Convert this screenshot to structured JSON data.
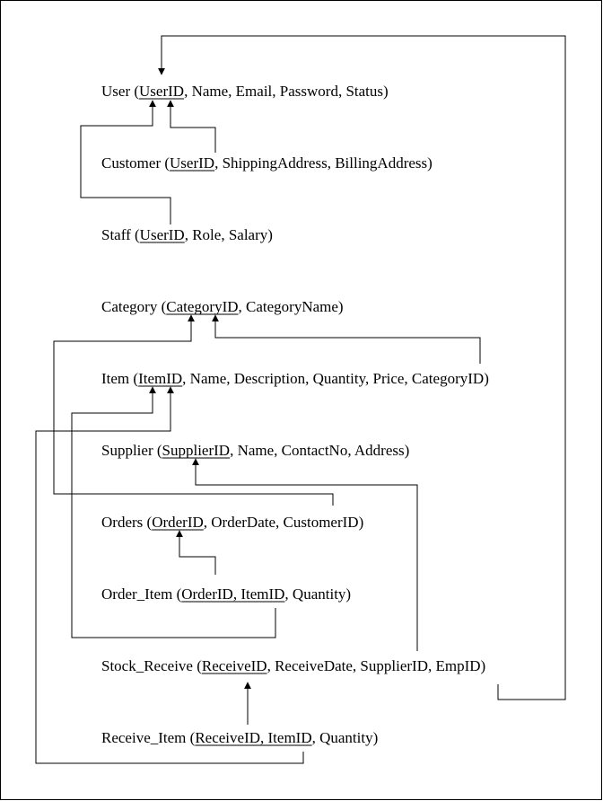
{
  "relations": [
    {
      "id": "user",
      "name": "User",
      "attributes": [
        {
          "text": "UserID",
          "key": true
        },
        {
          "text": "Name"
        },
        {
          "text": "Email"
        },
        {
          "text": "Password"
        },
        {
          "text": "Status"
        }
      ]
    },
    {
      "id": "customer",
      "name": "Customer",
      "attributes": [
        {
          "text": "UserID",
          "key": true
        },
        {
          "text": "ShippingAddress"
        },
        {
          "text": "BillingAddress"
        }
      ]
    },
    {
      "id": "staff",
      "name": "Staff",
      "attributes": [
        {
          "text": "UserID",
          "key": true
        },
        {
          "text": "Role"
        },
        {
          "text": "Salary"
        }
      ]
    },
    {
      "id": "category",
      "name": "Category",
      "attributes": [
        {
          "text": "CategoryID",
          "key": true
        },
        {
          "text": "CategoryName"
        }
      ]
    },
    {
      "id": "item",
      "name": "Item",
      "attributes": [
        {
          "text": "ItemID",
          "key": true
        },
        {
          "text": "Name"
        },
        {
          "text": "Description"
        },
        {
          "text": "Quantity"
        },
        {
          "text": "Price"
        },
        {
          "text": "CategoryID"
        }
      ]
    },
    {
      "id": "supplier",
      "name": "Supplier",
      "attributes": [
        {
          "text": "SupplierID",
          "key": true
        },
        {
          "text": "Name"
        },
        {
          "text": "ContactNo"
        },
        {
          "text": "Address"
        }
      ]
    },
    {
      "id": "orders",
      "name": "Orders",
      "attributes": [
        {
          "text": "OrderID",
          "key": true
        },
        {
          "text": "OrderDate"
        },
        {
          "text": "CustomerID"
        }
      ]
    },
    {
      "id": "order-item",
      "name": "Order_Item",
      "attributes": [
        {
          "text": "OrderID",
          "key": true
        },
        {
          "text": "ItemID",
          "key": true
        },
        {
          "text": "Quantity"
        }
      ]
    },
    {
      "id": "stock-receive",
      "name": "Stock_Receive",
      "attributes": [
        {
          "text": "ReceiveID",
          "key": true
        },
        {
          "text": "ReceiveDate"
        },
        {
          "text": "SupplierID"
        },
        {
          "text": "EmpID"
        }
      ]
    },
    {
      "id": "receive-item",
      "name": "Receive_Item",
      "attributes": [
        {
          "text": "ReceiveID",
          "key": true
        },
        {
          "text": "ItemID",
          "key": true
        },
        {
          "text": "Quantity"
        }
      ]
    }
  ],
  "references": [
    {
      "from": "Customer.UserID",
      "to": "User.UserID"
    },
    {
      "from": "Staff.UserID",
      "to": "User.UserID"
    },
    {
      "from": "Item.CategoryID",
      "to": "Category.CategoryID"
    },
    {
      "from": "Orders.CustomerID",
      "to": "Category.CategoryID"
    },
    {
      "from": "Order_Item.OrderID",
      "to": "Orders.OrderID"
    },
    {
      "from": "Order_Item.ItemID",
      "to": "Item.ItemID"
    },
    {
      "from": "Stock_Receive.SupplierID",
      "to": "Supplier.SupplierID"
    },
    {
      "from": "Stock_Receive.EmpID",
      "to": "User.UserID"
    },
    {
      "from": "Receive_Item.ReceiveID",
      "to": "Stock_Receive.ReceiveID"
    },
    {
      "from": "Receive_Item.ItemID",
      "to": "Item.ItemID"
    }
  ]
}
